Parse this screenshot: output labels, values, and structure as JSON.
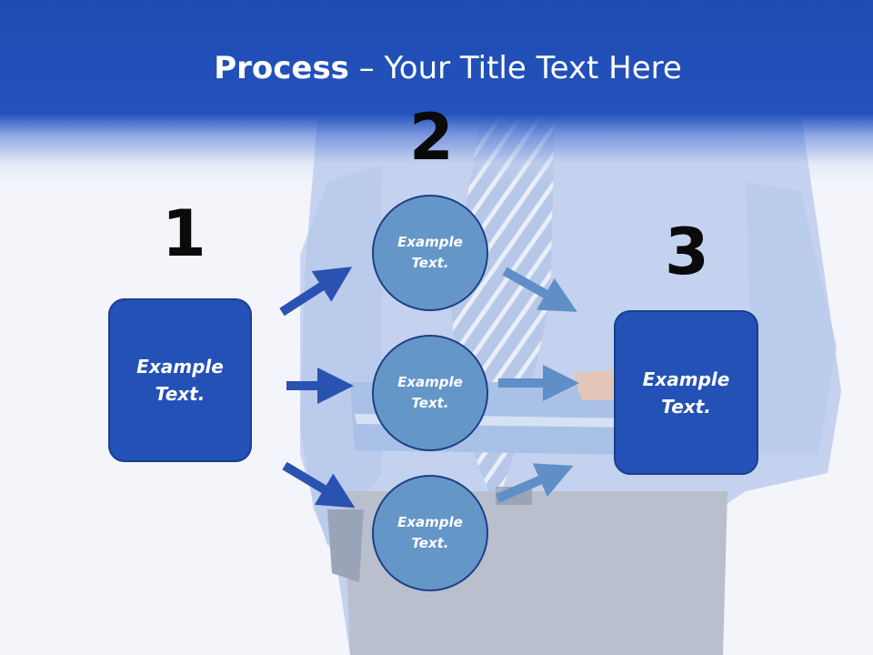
{
  "slide": {
    "title_bold": "Process",
    "title_rest": " – Your Title Text Here"
  },
  "steps": {
    "one": {
      "number": "1",
      "text": "Example\nText."
    },
    "two": {
      "number": "2"
    },
    "three": {
      "number": "3",
      "text": "Example\nText."
    }
  },
  "circles": [
    {
      "text": "Example\nText."
    },
    {
      "text": "Example\nText."
    },
    {
      "text": "Example\nText."
    }
  ],
  "colors": {
    "header_blue": "#2453bd",
    "box_blue": "#2451b5",
    "circle_blue": "#6496c8",
    "arrow_dark": "#2a52b0",
    "arrow_light": "#5f8fc6"
  }
}
